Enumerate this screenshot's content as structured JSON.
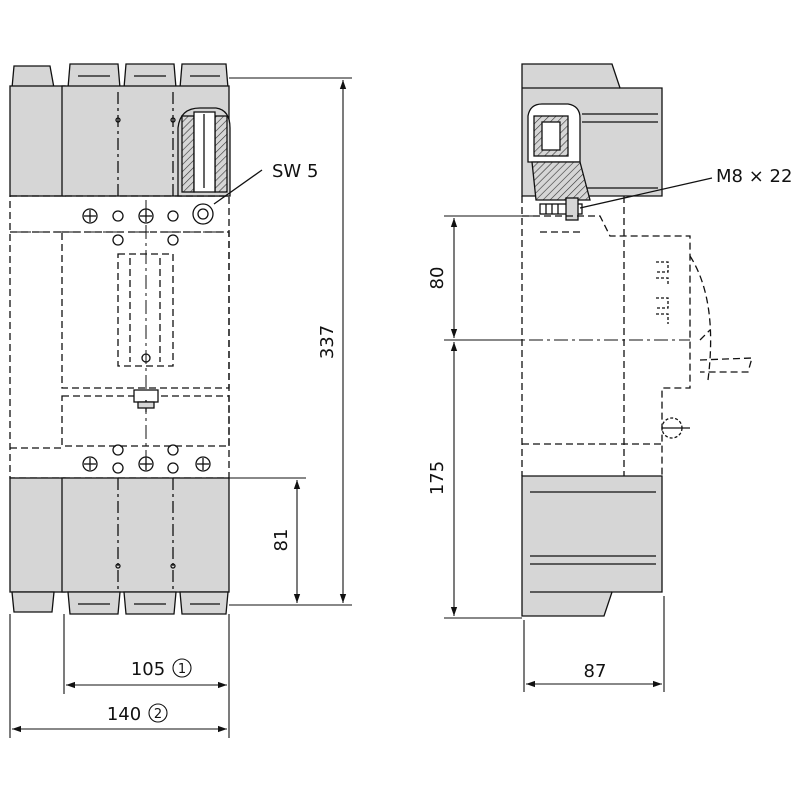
{
  "dimensions": {
    "total_height": "337",
    "lower_terminal_height": "81",
    "width_105": "105",
    "note_1": "1",
    "width_140": "140",
    "note_2": "2",
    "upper_offset": "80",
    "lower_offset": "175",
    "depth": "87"
  },
  "callouts": {
    "wrench_size": "SW 5",
    "screw_size": "M8 × 22"
  },
  "colors": {
    "line": "#111111",
    "fill_gray": "#d6d6d6",
    "fill_dark": "#bdbdbd",
    "background": "#ffffff"
  }
}
